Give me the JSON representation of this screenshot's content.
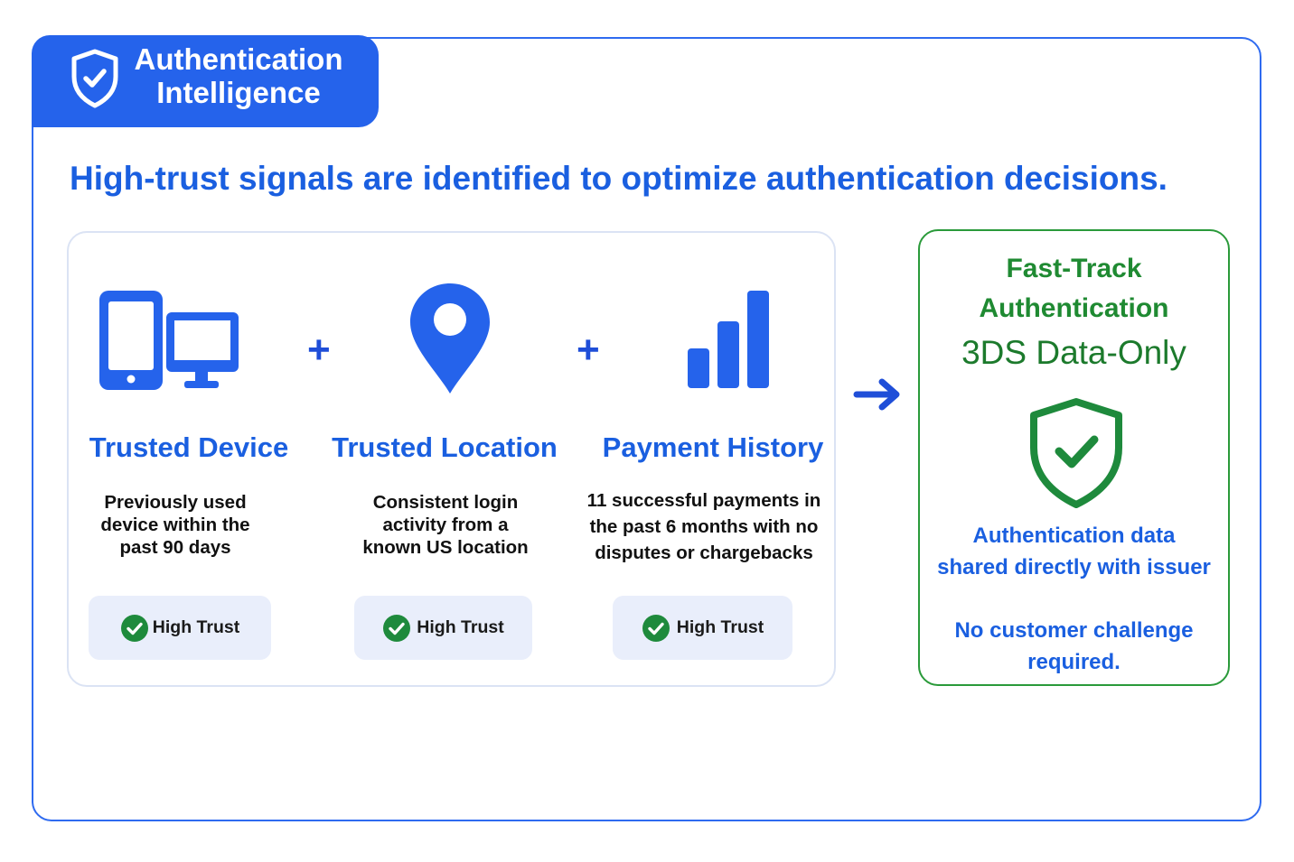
{
  "header": {
    "title_line1": "Authentication",
    "title_line2": "Intelligence",
    "icon": "shield-check-icon"
  },
  "headline": "High-trust signals are identified to optimize authentication decisions.",
  "signals": [
    {
      "icon": "devices-icon",
      "title": "Trusted Device",
      "desc_lines": [
        "Previously used",
        "device within the",
        "past 90 days"
      ],
      "badge": "High Trust"
    },
    {
      "icon": "location-pin-icon",
      "title": "Trusted Location",
      "desc_lines": [
        "Consistent login",
        "activity from a",
        "known US location"
      ],
      "badge": "High Trust"
    },
    {
      "icon": "bar-chart-icon",
      "title": "Payment History",
      "desc_lines": [
        "11 successful payments in",
        "the past 6 months with no",
        "disputes or chargebacks"
      ],
      "badge": "High Trust"
    }
  ],
  "operator": "+",
  "outcome": {
    "title_line1": "Fast-Track",
    "title_line2": "Authentication",
    "subtitle": "3DS Data-Only",
    "icon": "shield-check-icon",
    "detail_line1": "Authentication data",
    "detail_line2": "shared directly with issuer",
    "note_line1": "No customer challenge",
    "note_line2": "required."
  },
  "colors": {
    "primary_blue": "#2563eb",
    "headline_blue": "#1a5fe0",
    "success_green": "#1f8a32",
    "badge_bg": "#e9eefb"
  }
}
